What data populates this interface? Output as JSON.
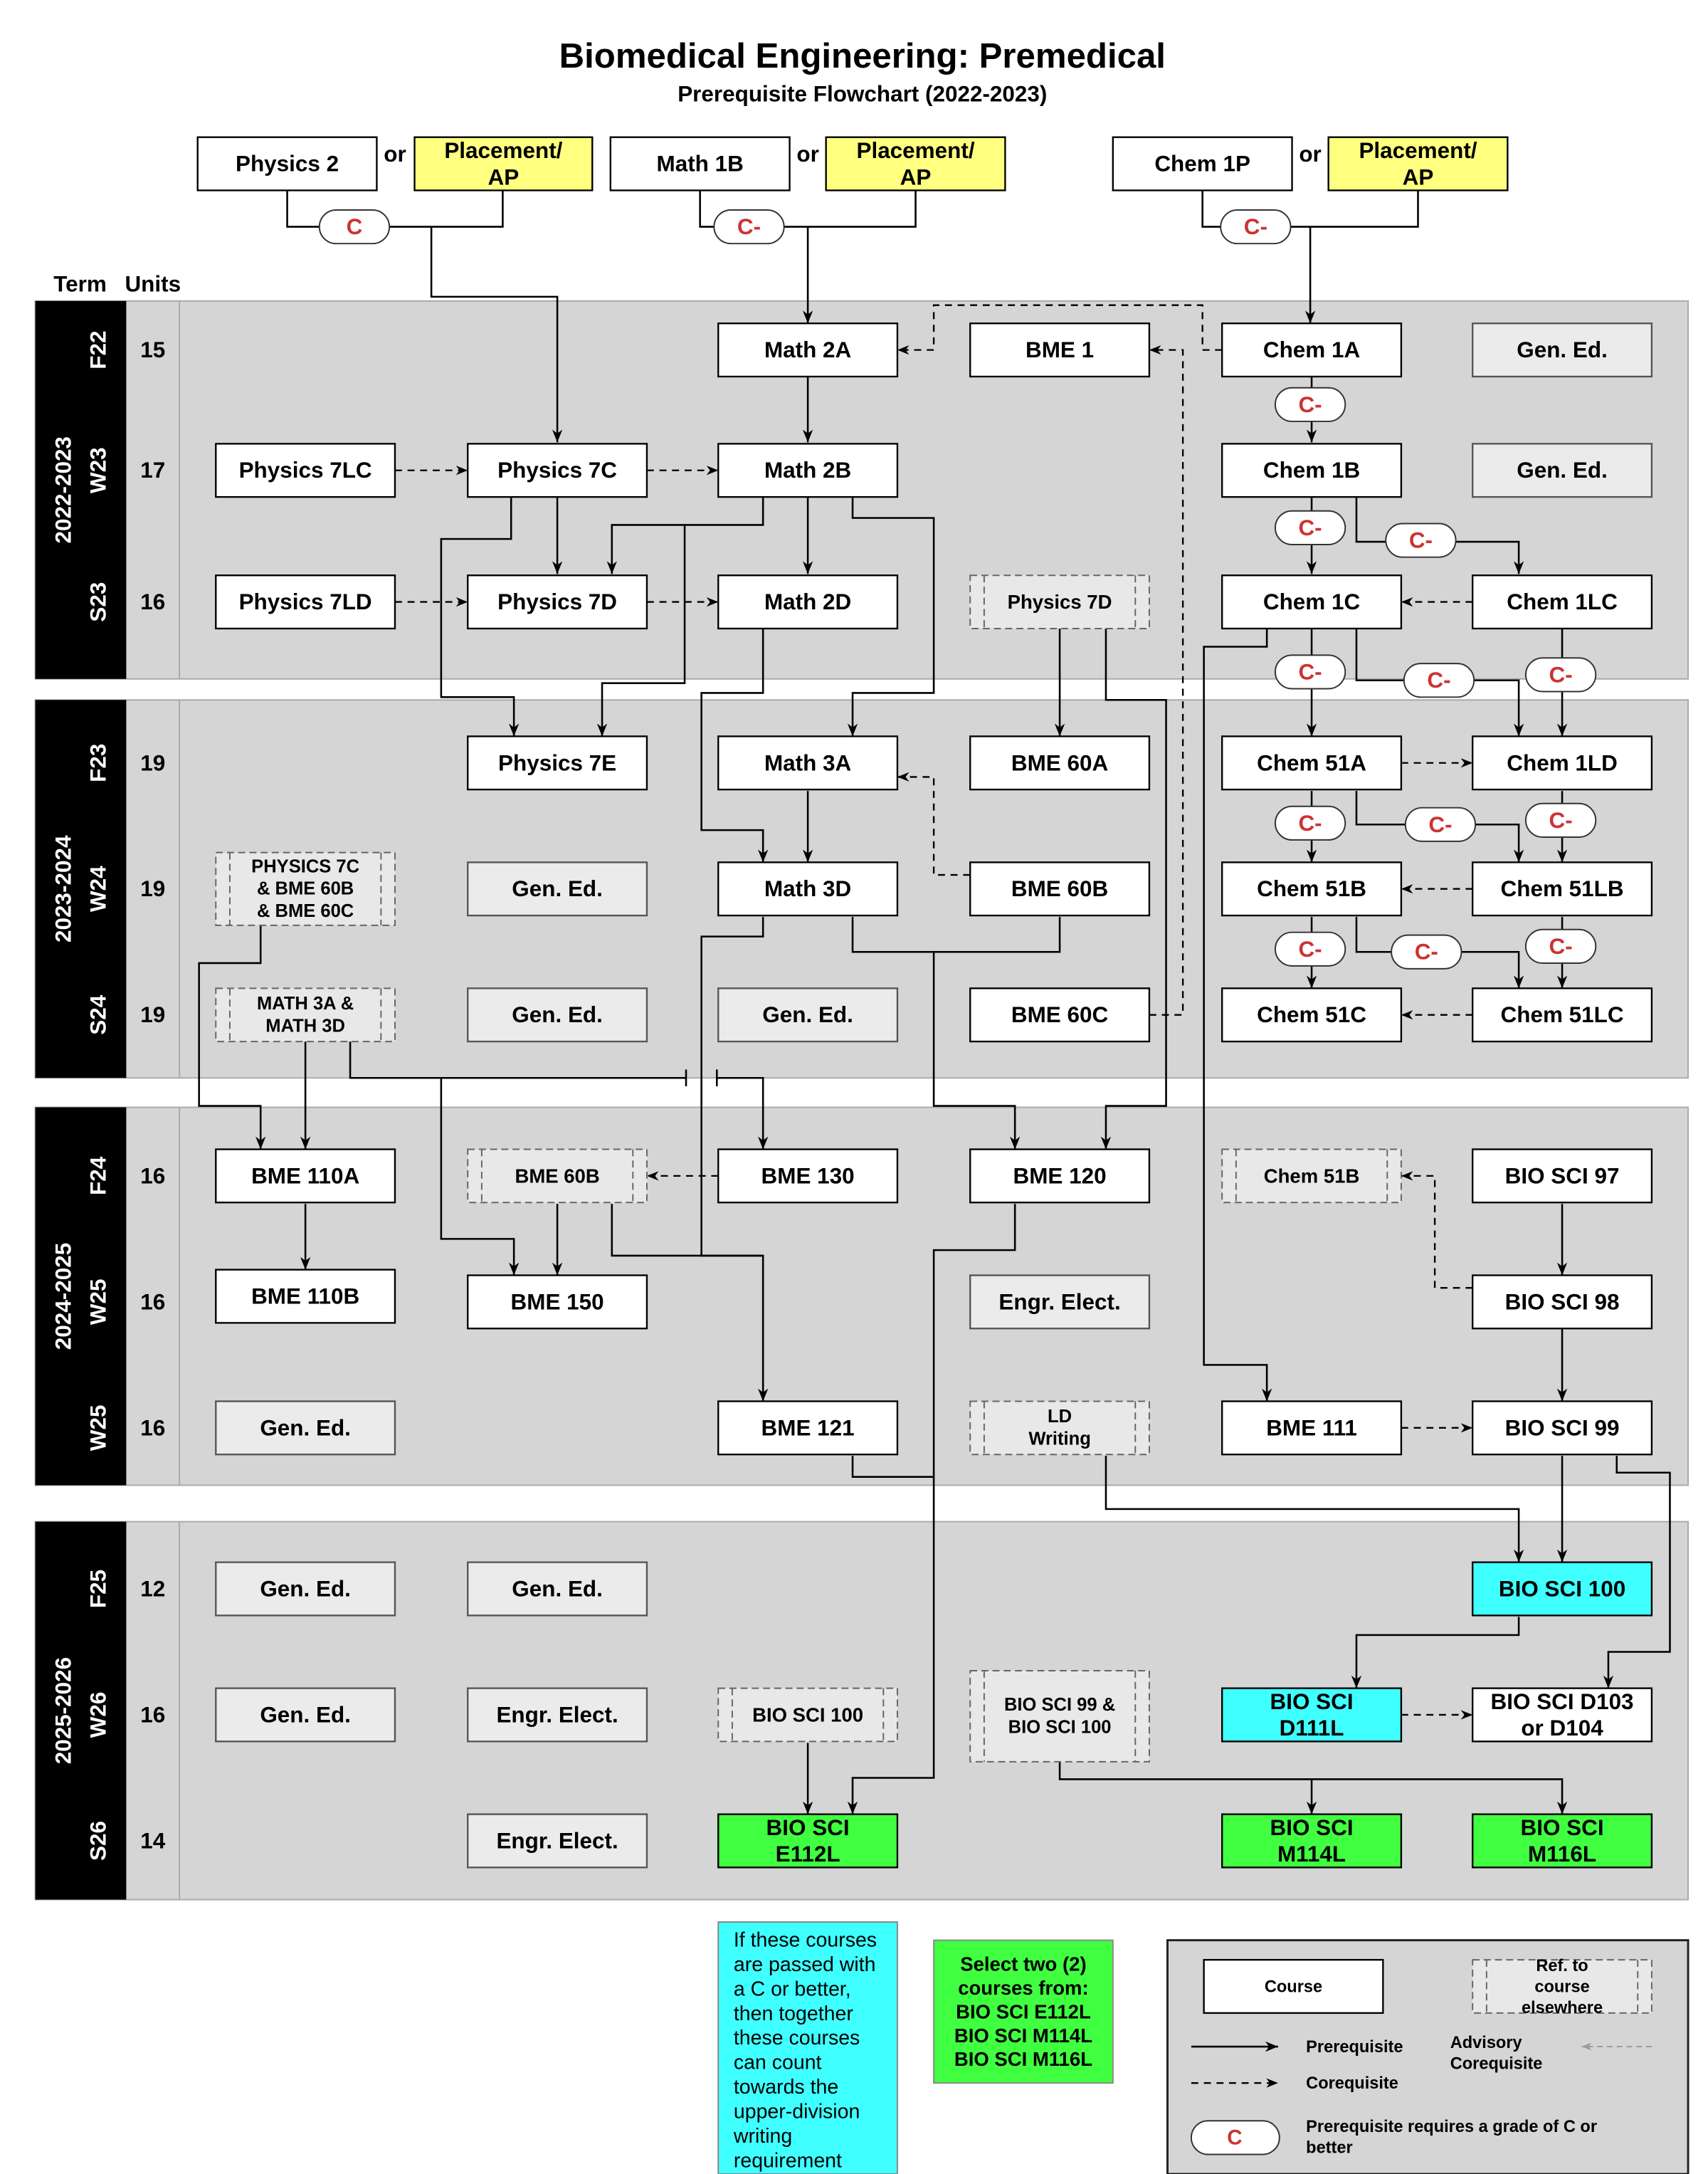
{
  "title": "Biomedical Engineering: Premedical",
  "subtitle": "Prerequisite Flowchart (2022-2023)",
  "header": {
    "term": "Term",
    "units": "Units"
  },
  "or_label": "or",
  "colors": {
    "placement": "#ffff80",
    "writing": "#40ffff",
    "select": "#40ff40",
    "band": "#d5d5d5",
    "grade": "#cc3333"
  },
  "top": [
    {
      "id": "phys2",
      "lines": [
        "Physics 2"
      ],
      "kind": "course"
    },
    {
      "id": "pap1",
      "lines": [
        "Placement/",
        "AP"
      ],
      "kind": "placement"
    },
    {
      "id": "math1b",
      "lines": [
        "Math 1B"
      ],
      "kind": "course"
    },
    {
      "id": "pap2",
      "lines": [
        "Placement/",
        "AP"
      ],
      "kind": "placement"
    },
    {
      "id": "chem1p",
      "lines": [
        "Chem 1P"
      ],
      "kind": "course"
    },
    {
      "id": "pap3",
      "lines": [
        "Placement/",
        "AP"
      ],
      "kind": "placement"
    }
  ],
  "years": [
    {
      "label": "2022-2023",
      "terms": [
        {
          "term": "F22",
          "units": "15"
        },
        {
          "term": "W23",
          "units": "17"
        },
        {
          "term": "S23",
          "units": "16"
        }
      ]
    },
    {
      "label": "2023-2024",
      "terms": [
        {
          "term": "F23",
          "units": "19"
        },
        {
          "term": "W24",
          "units": "19"
        },
        {
          "term": "S24",
          "units": "19"
        }
      ]
    },
    {
      "label": "2024-2025",
      "terms": [
        {
          "term": "F24",
          "units": "16"
        },
        {
          "term": "W25",
          "units": "16"
        },
        {
          "term": "W25",
          "units": "16"
        }
      ]
    },
    {
      "label": "2025-2026",
      "terms": [
        {
          "term": "F25",
          "units": "12"
        },
        {
          "term": "W26",
          "units": "16"
        },
        {
          "term": "S26",
          "units": "14"
        }
      ]
    }
  ],
  "courses": [
    {
      "id": "math2a",
      "lines": [
        "Math 2A"
      ],
      "kind": "course"
    },
    {
      "id": "bme1",
      "lines": [
        "BME 1"
      ],
      "kind": "course"
    },
    {
      "id": "chem1a",
      "lines": [
        "Chem 1A"
      ],
      "kind": "course"
    },
    {
      "id": "ge1",
      "lines": [
        "Gen. Ed."
      ],
      "kind": "elective"
    },
    {
      "id": "phys7lc",
      "lines": [
        "Physics 7LC"
      ],
      "kind": "course"
    },
    {
      "id": "phys7c",
      "lines": [
        "Physics 7C"
      ],
      "kind": "course"
    },
    {
      "id": "math2b",
      "lines": [
        "Math 2B"
      ],
      "kind": "course"
    },
    {
      "id": "chem1b",
      "lines": [
        "Chem 1B"
      ],
      "kind": "course"
    },
    {
      "id": "ge2",
      "lines": [
        "Gen. Ed."
      ],
      "kind": "elective"
    },
    {
      "id": "phys7ld",
      "lines": [
        "Physics 7LD"
      ],
      "kind": "course"
    },
    {
      "id": "phys7d",
      "lines": [
        "Physics 7D"
      ],
      "kind": "course"
    },
    {
      "id": "math2d",
      "lines": [
        "Math 2D"
      ],
      "kind": "course"
    },
    {
      "id": "ref7d",
      "lines": [
        "Physics 7D"
      ],
      "kind": "ref"
    },
    {
      "id": "chem1c",
      "lines": [
        "Chem 1C"
      ],
      "kind": "course"
    },
    {
      "id": "chem1lc",
      "lines": [
        "Chem 1LC"
      ],
      "kind": "course"
    },
    {
      "id": "phys7e",
      "lines": [
        "Physics 7E"
      ],
      "kind": "course"
    },
    {
      "id": "math3a",
      "lines": [
        "Math 3A"
      ],
      "kind": "course"
    },
    {
      "id": "bme60a",
      "lines": [
        "BME 60A"
      ],
      "kind": "course"
    },
    {
      "id": "chem51a",
      "lines": [
        "Chem 51A"
      ],
      "kind": "course"
    },
    {
      "id": "chem1ld",
      "lines": [
        "Chem 1LD"
      ],
      "kind": "course"
    },
    {
      "id": "refp7c",
      "lines": [
        "PHYSICS 7C",
        "& BME 60B",
        "& BME 60C"
      ],
      "kind": "ref"
    },
    {
      "id": "ge3",
      "lines": [
        "Gen. Ed."
      ],
      "kind": "elective"
    },
    {
      "id": "math3d",
      "lines": [
        "Math 3D"
      ],
      "kind": "course"
    },
    {
      "id": "bme60b",
      "lines": [
        "BME 60B"
      ],
      "kind": "course"
    },
    {
      "id": "chem51b",
      "lines": [
        "Chem 51B"
      ],
      "kind": "course"
    },
    {
      "id": "chem51lb",
      "lines": [
        "Chem 51LB"
      ],
      "kind": "course"
    },
    {
      "id": "refm3a",
      "lines": [
        "MATH 3A &",
        "MATH 3D"
      ],
      "kind": "ref"
    },
    {
      "id": "ge4",
      "lines": [
        "Gen. Ed."
      ],
      "kind": "elective"
    },
    {
      "id": "ge5",
      "lines": [
        "Gen. Ed."
      ],
      "kind": "elective"
    },
    {
      "id": "bme60c",
      "lines": [
        "BME 60C"
      ],
      "kind": "course"
    },
    {
      "id": "chem51c",
      "lines": [
        "Chem 51C"
      ],
      "kind": "course"
    },
    {
      "id": "chem51lc",
      "lines": [
        "Chem 51LC"
      ],
      "kind": "course"
    },
    {
      "id": "bme110a",
      "lines": [
        "BME 110A"
      ],
      "kind": "course"
    },
    {
      "id": "ref60b",
      "lines": [
        "BME 60B"
      ],
      "kind": "ref"
    },
    {
      "id": "bme130",
      "lines": [
        "BME 130"
      ],
      "kind": "course"
    },
    {
      "id": "bme120",
      "lines": [
        "BME 120"
      ],
      "kind": "course"
    },
    {
      "id": "ref51b",
      "lines": [
        "Chem 51B"
      ],
      "kind": "ref"
    },
    {
      "id": "bio97",
      "lines": [
        "BIO SCI 97"
      ],
      "kind": "course"
    },
    {
      "id": "bme110b",
      "lines": [
        "BME 110B"
      ],
      "kind": "course"
    },
    {
      "id": "bme150",
      "lines": [
        "BME 150"
      ],
      "kind": "course"
    },
    {
      "id": "ee1",
      "lines": [
        "Engr. Elect."
      ],
      "kind": "elective"
    },
    {
      "id": "bio98",
      "lines": [
        "BIO SCI 98"
      ],
      "kind": "course"
    },
    {
      "id": "ge6",
      "lines": [
        "Gen. Ed."
      ],
      "kind": "elective"
    },
    {
      "id": "bme121",
      "lines": [
        "BME 121"
      ],
      "kind": "course"
    },
    {
      "id": "refld",
      "lines": [
        "LD",
        "Writing"
      ],
      "kind": "ref"
    },
    {
      "id": "bme111",
      "lines": [
        "BME 111"
      ],
      "kind": "course"
    },
    {
      "id": "bio99",
      "lines": [
        "BIO SCI 99"
      ],
      "kind": "course"
    },
    {
      "id": "ge7",
      "lines": [
        "Gen. Ed."
      ],
      "kind": "elective"
    },
    {
      "id": "ge8",
      "lines": [
        "Gen. Ed."
      ],
      "kind": "elective"
    },
    {
      "id": "bio100",
      "lines": [
        "BIO SCI 100"
      ],
      "kind": "writing"
    },
    {
      "id": "ge9",
      "lines": [
        "Gen. Ed."
      ],
      "kind": "elective"
    },
    {
      "id": "ee2",
      "lines": [
        "Engr. Elect."
      ],
      "kind": "elective"
    },
    {
      "id": "ref100",
      "lines": [
        "BIO SCI 100"
      ],
      "kind": "ref"
    },
    {
      "id": "ref99100",
      "lines": [
        "BIO SCI 99 &",
        "BIO SCI 100"
      ],
      "kind": "ref"
    },
    {
      "id": "d111l",
      "lines": [
        "BIO SCI",
        "D111L"
      ],
      "kind": "writing"
    },
    {
      "id": "d103",
      "lines": [
        "BIO SCI D103",
        "or D104"
      ],
      "kind": "course"
    },
    {
      "id": "ee3",
      "lines": [
        "Engr. Elect."
      ],
      "kind": "elective"
    },
    {
      "id": "e112l",
      "lines": [
        "BIO SCI",
        "E112L"
      ],
      "kind": "select"
    },
    {
      "id": "m114l",
      "lines": [
        "BIO SCI",
        "M114L"
      ],
      "kind": "select"
    },
    {
      "id": "m116l",
      "lines": [
        "BIO SCI",
        "M116L"
      ],
      "kind": "select"
    }
  ],
  "grades": [
    "C",
    "C-",
    "C-",
    "C-",
    "C-",
    "C-",
    "C-",
    "C-",
    "C-",
    "C-",
    "C-",
    "C-",
    "C-",
    "C-",
    "C-"
  ],
  "notes": {
    "writing": [
      "If these courses",
      "are passed with",
      "a C or better,",
      "then together",
      "these courses",
      "can count",
      "towards the",
      "upper-division",
      "writing",
      "requirement"
    ],
    "select": [
      "Select two (2)",
      "courses from:",
      "BIO SCI E112L",
      "BIO SCI M114L",
      "BIO SCI M116L"
    ]
  },
  "legend": {
    "course": "Course",
    "ref": [
      "Ref. to",
      "course",
      "elsewhere"
    ],
    "prerequisite": "Prerequisite",
    "corequisite": "Corequisite",
    "advisory": [
      "Advisory",
      "Corequisite"
    ],
    "grade": "C",
    "grade_desc": [
      "Prerequisite requires a grade of C or",
      "better"
    ]
  }
}
